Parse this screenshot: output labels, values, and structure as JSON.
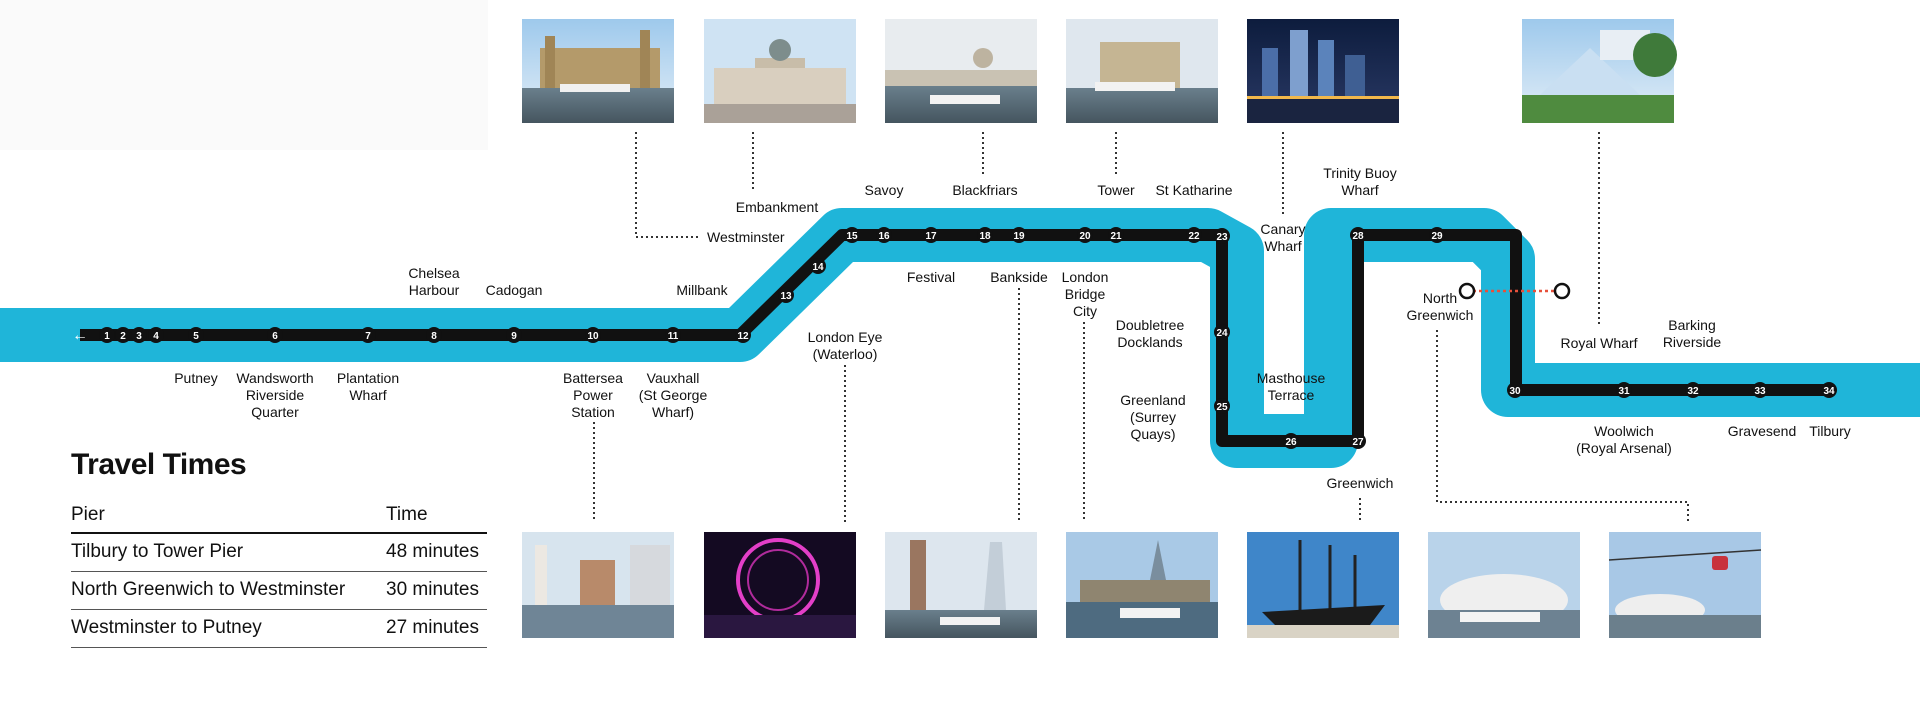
{
  "colors": {
    "river": "#1fb5d9",
    "route": "#111111",
    "link": "#e8503a"
  },
  "piers": {
    "p1": "1",
    "p2": "2",
    "p3": "3",
    "p4": "4",
    "p5": "5",
    "p6": "6",
    "p7": "7",
    "p8": "8",
    "p9": "9",
    "p10": "10",
    "p11": "11",
    "p12": "12",
    "p13": "13",
    "p14": "14",
    "p15": "15",
    "p16": "16",
    "p17": "17",
    "p18": "18",
    "p19": "19",
    "p20": "20",
    "p21": "21",
    "p22": "22",
    "p23": "23",
    "p24": "24",
    "p25": "25",
    "p26": "26",
    "p27": "27",
    "p28": "28",
    "p29": "29",
    "p30": "30",
    "p31": "31",
    "p32": "32",
    "p33": "33",
    "p34": "34"
  },
  "labels": {
    "putney": "Putney",
    "wandsworth_1": "Wandsworth",
    "wandsworth_2": "Riverside",
    "wandsworth_3": "Quarter",
    "plantation_1": "Plantation",
    "plantation_2": "Wharf",
    "chelsea_1": "Chelsea",
    "chelsea_2": "Harbour",
    "cadogan": "Cadogan",
    "battersea_1": "Battersea",
    "battersea_2": "Power",
    "battersea_3": "Station",
    "vauxhall_1": "Vauxhall",
    "vauxhall_2": "(St George",
    "vauxhall_3": "Wharf)",
    "millbank": "Millbank",
    "westminster": "Westminster",
    "embankment": "Embankment",
    "londoneye_1": "London Eye",
    "londoneye_2": "(Waterloo)",
    "savoy": "Savoy",
    "festival": "Festival",
    "blackfriars": "Blackfriars",
    "bankside": "Bankside",
    "londonbridge_1": "London",
    "londonbridge_2": "Bridge",
    "londonbridge_3": "City",
    "tower": "Tower",
    "stkatharine": "St Katharine",
    "doubletree_1": "Doubletree",
    "doubletree_2": "Docklands",
    "greenland_1": "Greenland",
    "greenland_2": "(Surrey",
    "greenland_3": "Quays)",
    "canary_1": "Canary",
    "canary_2": "Wharf",
    "masthouse_1": "Masthouse",
    "masthouse_2": "Terrace",
    "greenwich": "Greenwich",
    "trinity_1": "Trinity Buoy",
    "trinity_2": "Wharf",
    "northgreenwich_1": "North",
    "northgreenwich_2": "Greenwich",
    "royalwharf": "Royal Wharf",
    "barking_1": "Barking",
    "barking_2": "Riverside",
    "woolwich_1": "Woolwich",
    "woolwich_2": "(Royal Arsenal)",
    "gravesend": "Gravesend",
    "tilbury": "Tilbury"
  },
  "travel_times": {
    "title": "Travel Times",
    "col_pier": "Pier",
    "col_time": "Time",
    "rows": [
      {
        "pier": "Tilbury to Tower Pier",
        "time": "48 minutes"
      },
      {
        "pier": "North Greenwich to Westminster",
        "time": "30 minutes"
      },
      {
        "pier": "Westminster to Putney",
        "time": "27 minutes"
      }
    ]
  }
}
